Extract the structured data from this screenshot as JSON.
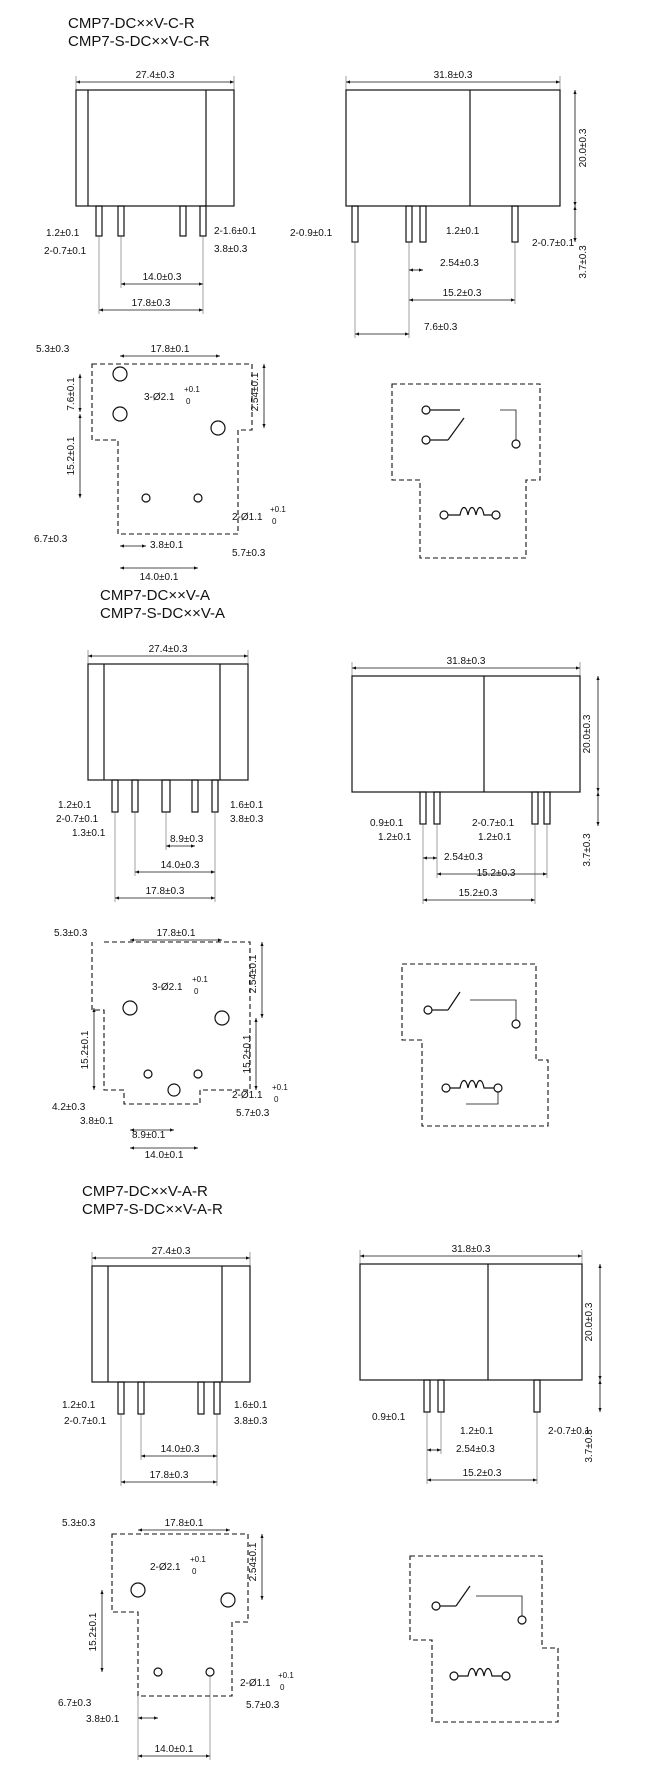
{
  "sections": [
    {
      "title_lines": [
        "CMP7-DC××V-C-R",
        "CMP7-S-DC××V-C-R"
      ],
      "front_width": "27.4±0.3",
      "side_width": "31.8±0.3",
      "side_height": "20.0±0.3",
      "pin_length": "3.7±0.3",
      "front_labels": [
        "1.2±0.1",
        "2-0.7±0.1",
        "2-1.6±0.1",
        "3.8±0.3",
        "14.0±0.3",
        "17.8±0.3"
      ],
      "side_labels": [
        "2-0.9±0.1",
        "1.2±0.1",
        "2-0.7±0.1",
        "2.54±0.3",
        "15.2±0.3",
        "7.6±0.3"
      ],
      "pcb_labels": [
        "5.3±0.3",
        "17.8±0.1",
        "7.6±0.1",
        "3-Ø2.1",
        "+0.1",
        "0",
        "2.54±0.1",
        "15.2±0.1",
        "2-Ø1.1",
        "+0.1",
        "0",
        "6.7±0.3",
        "3.8±0.1",
        "5.7±0.3",
        "14.0±0.1"
      ]
    },
    {
      "title_lines": [
        "CMP7-DC××V-A",
        "CMP7-S-DC××V-A"
      ],
      "front_width": "27.4±0.3",
      "side_width": "31.8±0.3",
      "side_height": "20.0±0.3",
      "pin_length": "3.7±0.3",
      "front_labels": [
        "1.2±0.1",
        "2-0.7±0.1",
        "1.3±0.1",
        "1.6±0.1",
        "3.8±0.3",
        "8.9±0.3",
        "14.0±0.3",
        "17.8±0.3"
      ],
      "side_labels": [
        "0.9±0.1",
        "1.2±0.1",
        "2-0.7±0.1",
        "1.2±0.1",
        "2.54±0.3",
        "15.2±0.3",
        "15.2±0.3"
      ],
      "pcb_labels": [
        "5.3±0.3",
        "17.8±0.1",
        "3-Ø2.1",
        "+0.1",
        "0",
        "2.54±0.1",
        "15.2±0.1",
        "15.2±0.1",
        "2-Ø1.1",
        "+0.1",
        "0",
        "4.2±0.3",
        "3.8±0.1",
        "5.7±0.3",
        "8.9±0.1",
        "14.0±0.1"
      ]
    },
    {
      "title_lines": [
        "CMP7-DC××V-A-R",
        "CMP7-S-DC××V-A-R"
      ],
      "front_width": "27.4±0.3",
      "side_width": "31.8±0.3",
      "side_height": "20.0±0.3",
      "pin_length": "3.7±0.3",
      "front_labels": [
        "1.2±0.1",
        "2-0.7±0.1",
        "1.6±0.1",
        "3.8±0.3",
        "14.0±0.3",
        "17.8±0.3"
      ],
      "side_labels": [
        "0.9±0.1",
        "1.2±0.1",
        "2-0.7±0.1",
        "2.54±0.3",
        "15.2±0.3"
      ],
      "pcb_labels": [
        "5.3±0.3",
        "17.8±0.1",
        "2-Ø2.1",
        "+0.1",
        "0",
        "2.54±0.1",
        "15.2±0.1",
        "2-Ø1.1",
        "+0.1",
        "0",
        "6.7±0.3",
        "3.8±0.1",
        "5.7±0.3",
        "14.0±0.1"
      ]
    }
  ]
}
